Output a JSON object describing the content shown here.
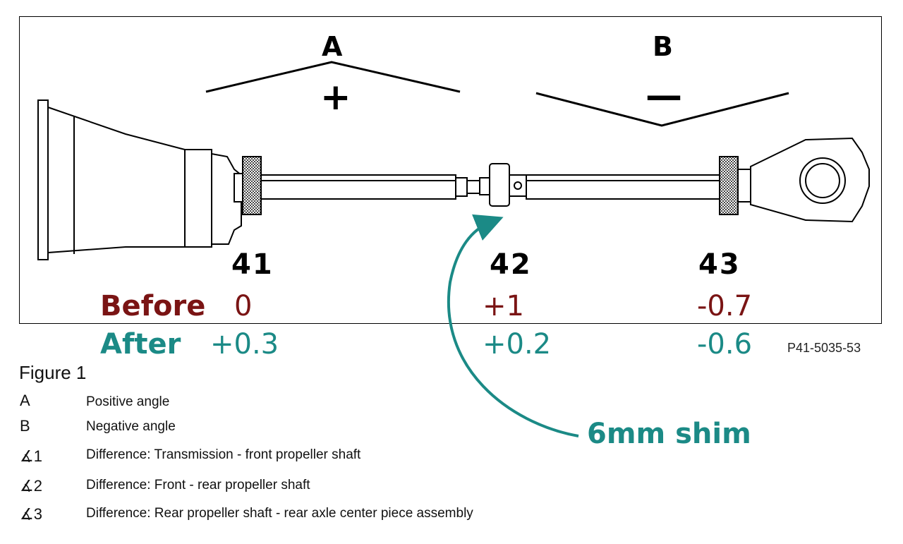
{
  "diagram": {
    "section_a": {
      "letter": "A",
      "sign": "+"
    },
    "section_b": {
      "letter": "B",
      "sign": "—"
    },
    "angle_labels": [
      "41",
      "42",
      "43"
    ],
    "before": {
      "label": "Before",
      "values": [
        "0",
        "+1",
        "-0.7"
      ]
    },
    "after": {
      "label": "After",
      "values": [
        "+0.3",
        "+0.2",
        "-0.6"
      ]
    },
    "part_code": "P41-5035-53",
    "annotation": "6mm shim",
    "colors": {
      "before": "#7a1414",
      "after": "#1b8a86"
    }
  },
  "legend": {
    "title": "Figure 1",
    "items": [
      {
        "key": "A",
        "text": "Positive angle"
      },
      {
        "key": "B",
        "text": "Negative angle"
      },
      {
        "key": "∡1",
        "text": "Difference: Transmission - front propeller shaft"
      },
      {
        "key": "∡2",
        "text": "Difference: Front - rear propeller shaft"
      },
      {
        "key": "∡3",
        "text": "Difference: Rear propeller shaft - rear axle center piece assembly"
      }
    ]
  }
}
